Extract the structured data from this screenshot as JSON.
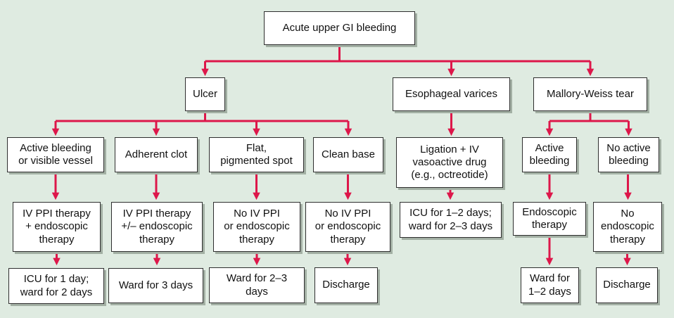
{
  "diagram": {
    "title": "Acute upper GI bleeding decision flowchart"
  },
  "colors": {
    "background": "#dfebe1",
    "arrow": "#dd174a",
    "box_background": "#ffffff",
    "box_border": "#2e2e2e",
    "box_shadow": "#a3b0a4",
    "text": "#111111"
  },
  "nodes": {
    "root": {
      "label": "Acute upper GI bleeding"
    },
    "ulcer": {
      "label": "Ulcer"
    },
    "varices": {
      "label": "Esophageal varices"
    },
    "mallory": {
      "label": "Mallory-Weiss tear"
    },
    "active_vessel": {
      "label": "Active bleeding\nor visible vessel"
    },
    "adherent_clot": {
      "label": "Adherent clot"
    },
    "flat_spot": {
      "label": "Flat,\npigmented spot"
    },
    "clean_base": {
      "label": "Clean base"
    },
    "ligation": {
      "label": "Ligation + IV\nvasoactive drug\n(e.g., octreotide)"
    },
    "mw_active": {
      "label": "Active\nbleeding"
    },
    "mw_no_active": {
      "label": "No active\nbleeding"
    },
    "ppi_plus_endo": {
      "label": "IV PPI therapy\n+ endoscopic\ntherapy"
    },
    "ppi_pm_endo": {
      "label": "IV PPI therapy\n+/– endoscopic\ntherapy"
    },
    "no_ppi_flat": {
      "label": "No IV PPI\nor endoscopic\ntherapy"
    },
    "no_ppi_clean": {
      "label": "No IV PPI\nor endoscopic\ntherapy"
    },
    "icu_1_2_days": {
      "label": "ICU for 1–2 days;\nward for 2–3 days"
    },
    "endo_therapy": {
      "label": "Endoscopic\ntherapy"
    },
    "no_endo_therapy": {
      "label": "No\nendoscopic\ntherapy"
    },
    "icu_1_day": {
      "label": "ICU for 1 day;\nward for 2 days"
    },
    "ward_3_days": {
      "label": "Ward for 3 days"
    },
    "ward_2_3_days": {
      "label": "Ward for 2–3\ndays"
    },
    "discharge_ulcer": {
      "label": "Discharge"
    },
    "ward_1_2_days": {
      "label": "Ward for\n1–2 days"
    },
    "discharge_mw": {
      "label": "Discharge"
    }
  },
  "edges": [
    [
      "root",
      "ulcer"
    ],
    [
      "root",
      "varices"
    ],
    [
      "root",
      "mallory"
    ],
    [
      "ulcer",
      "active_vessel"
    ],
    [
      "ulcer",
      "adherent_clot"
    ],
    [
      "ulcer",
      "flat_spot"
    ],
    [
      "ulcer",
      "clean_base"
    ],
    [
      "varices",
      "ligation"
    ],
    [
      "mallory",
      "mw_active"
    ],
    [
      "mallory",
      "mw_no_active"
    ],
    [
      "active_vessel",
      "ppi_plus_endo"
    ],
    [
      "adherent_clot",
      "ppi_pm_endo"
    ],
    [
      "flat_spot",
      "no_ppi_flat"
    ],
    [
      "clean_base",
      "no_ppi_clean"
    ],
    [
      "ligation",
      "icu_1_2_days"
    ],
    [
      "mw_active",
      "endo_therapy"
    ],
    [
      "mw_no_active",
      "no_endo_therapy"
    ],
    [
      "ppi_plus_endo",
      "icu_1_day"
    ],
    [
      "ppi_pm_endo",
      "ward_3_days"
    ],
    [
      "no_ppi_flat",
      "ward_2_3_days"
    ],
    [
      "no_ppi_clean",
      "discharge_ulcer"
    ],
    [
      "endo_therapy",
      "ward_1_2_days"
    ],
    [
      "no_endo_therapy",
      "discharge_mw"
    ]
  ]
}
